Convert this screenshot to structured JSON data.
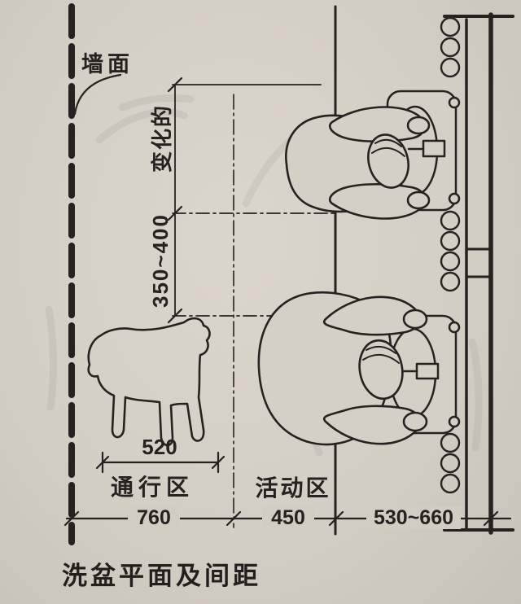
{
  "colors": {
    "paper": "#d5d0c6",
    "ink": "#262220"
  },
  "wall_label": "墙面",
  "dimensions": {
    "upper_vertical": "变化的",
    "lower_vertical": "350~400",
    "passage_clearance": "520",
    "bottom_left": "760",
    "bottom_middle": "450",
    "bottom_right": "530~660"
  },
  "zones": {
    "passage": "通行区",
    "activity": "活动区"
  },
  "caption": "洗盆平面及间距"
}
